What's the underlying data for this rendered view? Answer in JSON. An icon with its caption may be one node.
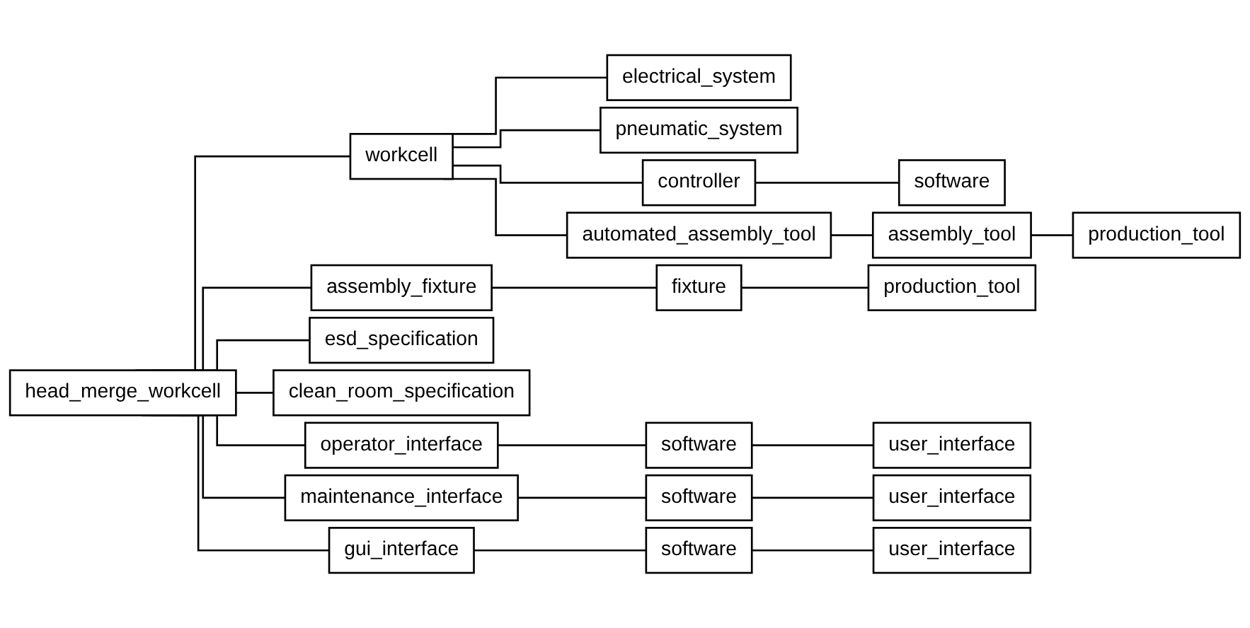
{
  "diagram": {
    "nodes": [
      {
        "text": [
          "head_merge_workcell"
        ]
      },
      {
        "text": [
          "workcell"
        ]
      },
      {
        "text": [
          "electrical_system"
        ]
      },
      {
        "text": [
          "pneumatic_system"
        ]
      },
      {
        "text": [
          "controller"
        ]
      },
      {
        "text": [
          "software"
        ]
      },
      {
        "text": [
          "automated_assembly_tool"
        ]
      },
      {
        "text": [
          "assembly_tool"
        ]
      },
      {
        "text": [
          "production_tool"
        ]
      },
      {
        "text": [
          "assembly_fixture"
        ]
      },
      {
        "text": [
          "fixture"
        ]
      },
      {
        "text": [
          "production_tool"
        ]
      },
      {
        "text": [
          "esd_specification"
        ]
      },
      {
        "text": [
          "clean_room_specification"
        ]
      },
      {
        "text": [
          "operator_interface"
        ]
      },
      {
        "text": [
          "software"
        ]
      },
      {
        "text": [
          "user_interface"
        ]
      },
      {
        "text": [
          "maintenance_interface"
        ]
      },
      {
        "text": [
          "software"
        ]
      },
      {
        "text": [
          "user_interface"
        ]
      },
      {
        "text": [
          "gui_interface"
        ]
      },
      {
        "text": [
          "software"
        ]
      },
      {
        "text": [
          "user_interface"
        ]
      }
    ],
    "edges": [
      {
        "from": 0,
        "to": 1,
        "arrow": "none"
      },
      {
        "from": 1,
        "to": 2,
        "arrow": "none"
      },
      {
        "from": 1,
        "to": 3,
        "arrow": "none"
      },
      {
        "from": 1,
        "to": 4,
        "arrow": "none"
      },
      {
        "from": 4,
        "to": 5,
        "arrow": "none"
      },
      {
        "from": 1,
        "to": 6,
        "arrow": "none"
      },
      {
        "from": 6,
        "to": 7,
        "arrow": "none"
      },
      {
        "from": 7,
        "to": 8,
        "arrow": "none"
      },
      {
        "from": 0,
        "to": 9,
        "arrow": "none"
      },
      {
        "from": 9,
        "to": 10,
        "arrow": "none"
      },
      {
        "from": 10,
        "to": 11,
        "arrow": "none"
      },
      {
        "from": 0,
        "to": 12,
        "arrow": "none"
      },
      {
        "from": 0,
        "to": 13,
        "arrow": "none"
      },
      {
        "from": 0,
        "to": 14,
        "arrow": "none"
      },
      {
        "from": 14,
        "to": 15,
        "arrow": "none"
      },
      {
        "from": 15,
        "to": 16,
        "arrow": "none"
      },
      {
        "from": 0,
        "to": 17,
        "arrow": "none"
      },
      {
        "from": 17,
        "to": 18,
        "arrow": "none"
      },
      {
        "from": 18,
        "to": 19,
        "arrow": "none"
      },
      {
        "from": 0,
        "to": 20,
        "arrow": "none"
      },
      {
        "from": 20,
        "to": 21,
        "arrow": "none"
      },
      {
        "from": 21,
        "to": 22,
        "arrow": "none"
      }
    ]
  }
}
